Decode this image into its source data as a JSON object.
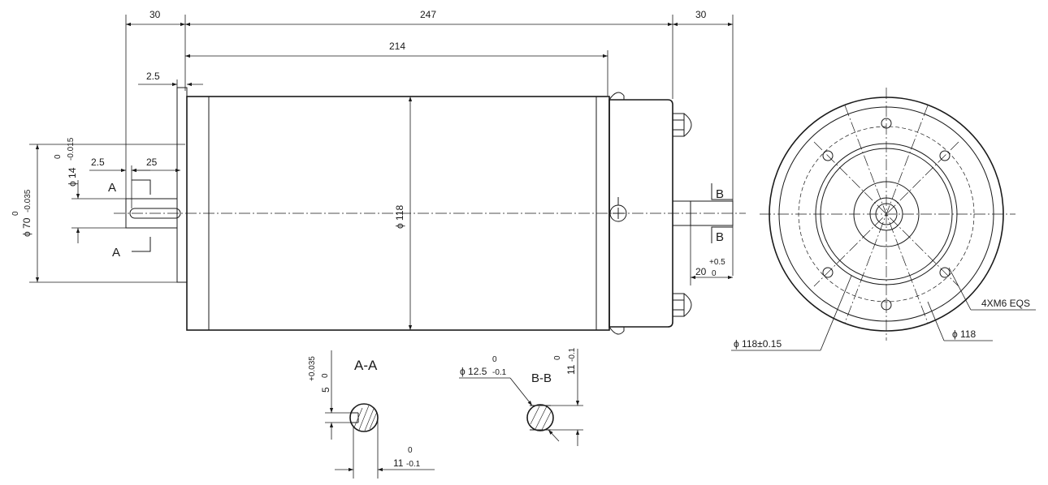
{
  "dims": {
    "d30a": "30",
    "d247": "247",
    "d30b": "30",
    "d214": "214",
    "d2_5a": "2.5",
    "d2_5b": "2.5",
    "d25": "25",
    "phi14": "ϕ 14",
    "phi14_tol_up": "0",
    "phi14_tol_lo": "-0.015",
    "phi70": "ϕ 70",
    "phi70_tol_up": "0",
    "phi70_tol_lo": "-0.035",
    "phi118_body": "ϕ 118",
    "d20": "20",
    "d20_tol_up": "+0.5",
    "d20_tol_lo": "0",
    "phi118_tol": "ϕ 118±0.15",
    "phi118_pcd": "ϕ 118",
    "holes": "4XM6 EQS",
    "key5": "5",
    "key5_tol_up": "+0.035",
    "key5_tol_lo": "0",
    "d11a": "11",
    "d11a_tol_up": "0",
    "d11a_tol_lo": "-0.1",
    "phi12_5": "ϕ 12.5",
    "phi12_5_tol_up": "0",
    "phi12_5_tol_lo": "-0.1",
    "d11b": "11",
    "d11b_tol_up": "0",
    "d11b_tol_lo": "-0.1"
  },
  "labels": {
    "sectA_top": "A",
    "sectA_bot": "A",
    "sectB_top": "B",
    "sectB_bot": "B",
    "section_aa": "A-A",
    "section_bb": "B-B"
  }
}
